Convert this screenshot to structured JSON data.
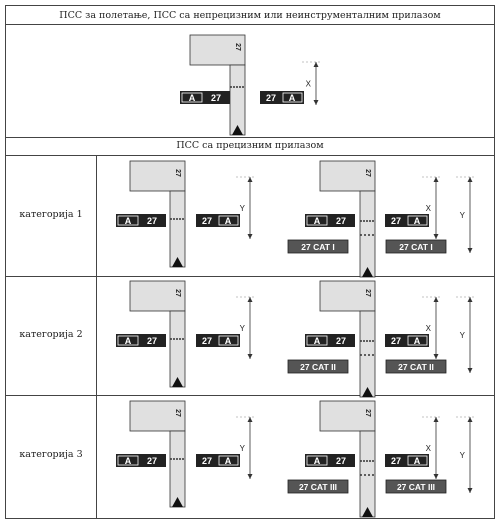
{
  "header_top": "ПСС за полетање, ПСС са непрецизним или неинструменталним прилазом",
  "header_middle": "ПСС са прецизним прилазом",
  "categories": [
    "категорија 1",
    "категорија 2",
    "категорија 3"
  ],
  "runway_label": "27",
  "sign_taxiway": "A",
  "sign_runway": "27",
  "cat_signs": [
    "27 CAT I",
    "27 CAT II",
    "27 CAT III"
  ],
  "dim_x": "X",
  "dim_y": "Y",
  "colors": {
    "sign_dark": "#222222",
    "sign_box": "#555555",
    "text_light": "#ffffff",
    "pavement": "#e0e0e0"
  }
}
